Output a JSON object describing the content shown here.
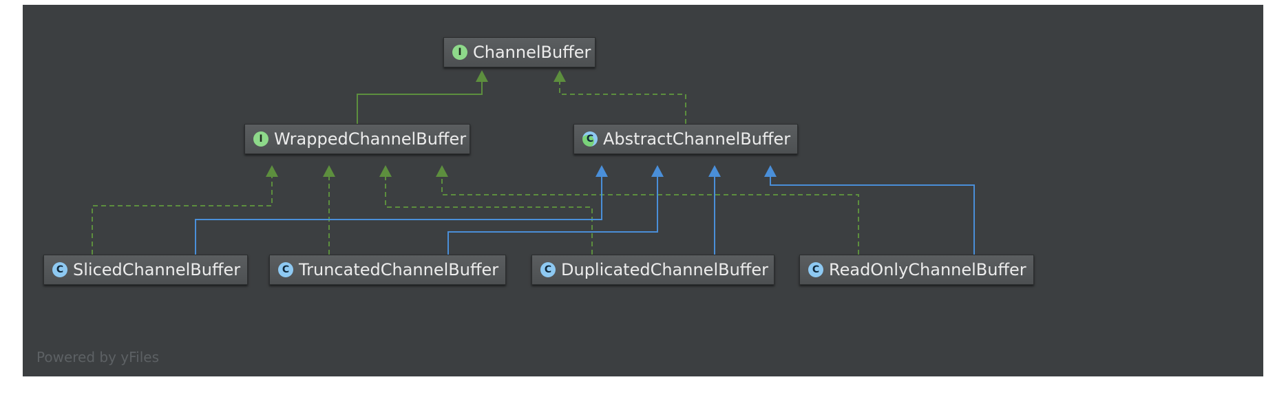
{
  "nodes": {
    "channel_buffer": {
      "label": "ChannelBuffer",
      "kind": "interface",
      "badge": "I"
    },
    "wrapped_channel_buffer": {
      "label": "WrappedChannelBuffer",
      "kind": "interface",
      "badge": "I"
    },
    "abstract_channel_buffer": {
      "label": "AbstractChannelBuffer",
      "kind": "abstract-class",
      "badge": "C"
    },
    "sliced_channel_buffer": {
      "label": "SlicedChannelBuffer",
      "kind": "class",
      "badge": "C"
    },
    "truncated_channel_buffer": {
      "label": "TruncatedChannelBuffer",
      "kind": "class",
      "badge": "C"
    },
    "duplicated_channel_buffer": {
      "label": "DuplicatedChannelBuffer",
      "kind": "class",
      "badge": "C"
    },
    "readonly_channel_buffer": {
      "label": "ReadOnlyChannelBuffer",
      "kind": "class",
      "badge": "C"
    }
  },
  "edges": [
    {
      "from": "WrappedChannelBuffer",
      "to": "ChannelBuffer",
      "type": "extends"
    },
    {
      "from": "AbstractChannelBuffer",
      "to": "ChannelBuffer",
      "type": "implements"
    },
    {
      "from": "SlicedChannelBuffer",
      "to": "WrappedChannelBuffer",
      "type": "implements"
    },
    {
      "from": "TruncatedChannelBuffer",
      "to": "WrappedChannelBuffer",
      "type": "implements"
    },
    {
      "from": "DuplicatedChannelBuffer",
      "to": "WrappedChannelBuffer",
      "type": "implements"
    },
    {
      "from": "ReadOnlyChannelBuffer",
      "to": "WrappedChannelBuffer",
      "type": "implements"
    },
    {
      "from": "SlicedChannelBuffer",
      "to": "AbstractChannelBuffer",
      "type": "extends"
    },
    {
      "from": "TruncatedChannelBuffer",
      "to": "AbstractChannelBuffer",
      "type": "extends"
    },
    {
      "from": "DuplicatedChannelBuffer",
      "to": "AbstractChannelBuffer",
      "type": "extends"
    },
    {
      "from": "ReadOnlyChannelBuffer",
      "to": "AbstractChannelBuffer",
      "type": "extends"
    }
  ],
  "colors": {
    "background": "#3c3f41",
    "interface_inheritance": "#5d8f3e",
    "class_inheritance": "#4a8fd9"
  },
  "watermark": "Powered by yFiles"
}
